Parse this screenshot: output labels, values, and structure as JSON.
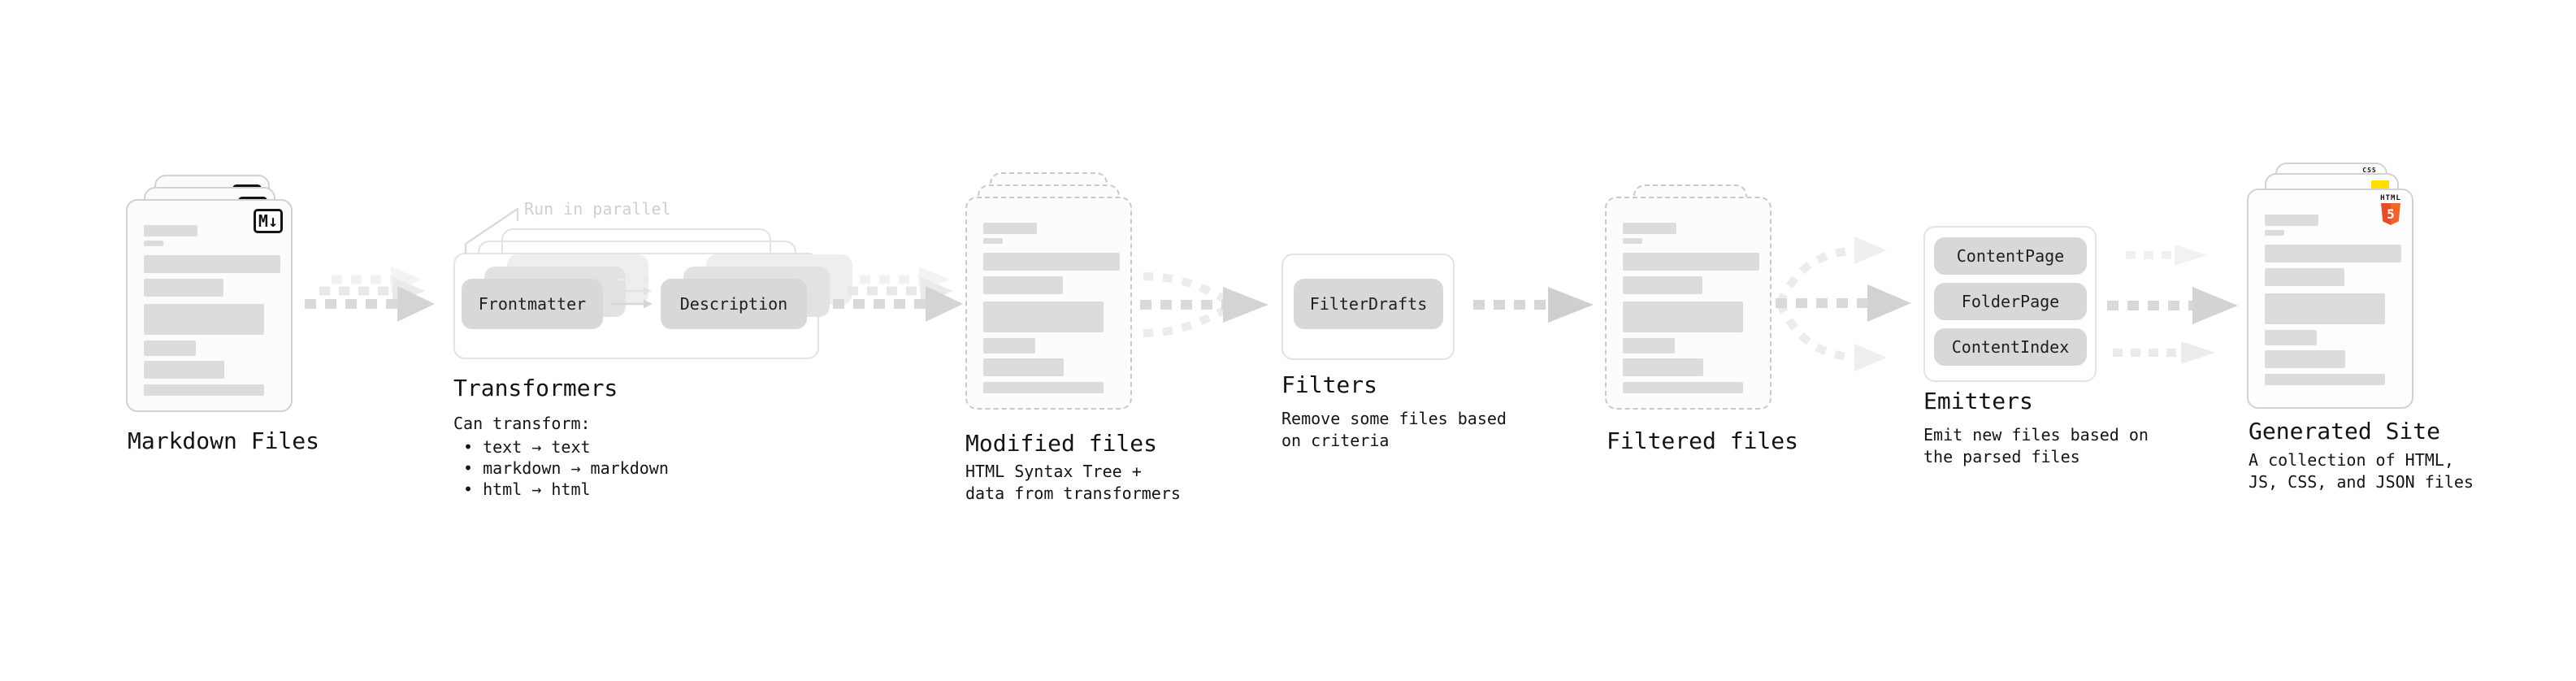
{
  "diagram": {
    "markdown_files": {
      "label": "Markdown Files",
      "badge": "M↓"
    },
    "transformers": {
      "annotation": "Run in parallel",
      "box_frontmatter": "Frontmatter",
      "box_description": "Description",
      "title": "Transformers",
      "description_heading": "Can transform:",
      "bullets": [
        "• text → text",
        "• markdown → markdown",
        "• html → html"
      ]
    },
    "modified_files": {
      "label": "Modified files",
      "description": "HTML Syntax Tree +\ndata from transformers"
    },
    "filters": {
      "title": "Filters",
      "box_filterdrafts": "FilterDrafts",
      "description": "Remove some files based\non criteria"
    },
    "filtered_files": {
      "label": "Filtered files"
    },
    "emitters": {
      "title": "Emitters",
      "boxes": [
        {
          "label": "ContentPage"
        },
        {
          "label": "FolderPage"
        },
        {
          "label": "ContentIndex"
        }
      ],
      "description": "Emit new files based on\nthe parsed files"
    },
    "generated_site": {
      "label": "Generated Site",
      "description": "A collection of HTML,\nJS, CSS, and JSON files",
      "html5_badge_word": "HTML",
      "html5_badge_number": "5",
      "css_badge_word": "CSS"
    },
    "colors": {
      "html5_orange": "#e44d26",
      "html5_orange_light": "#f16529",
      "js_yellow": "#ffdf00",
      "css_blue": "#2862e9",
      "box_fill": "#d8d8d8",
      "arrow_gray": "#d4d4d4"
    }
  }
}
